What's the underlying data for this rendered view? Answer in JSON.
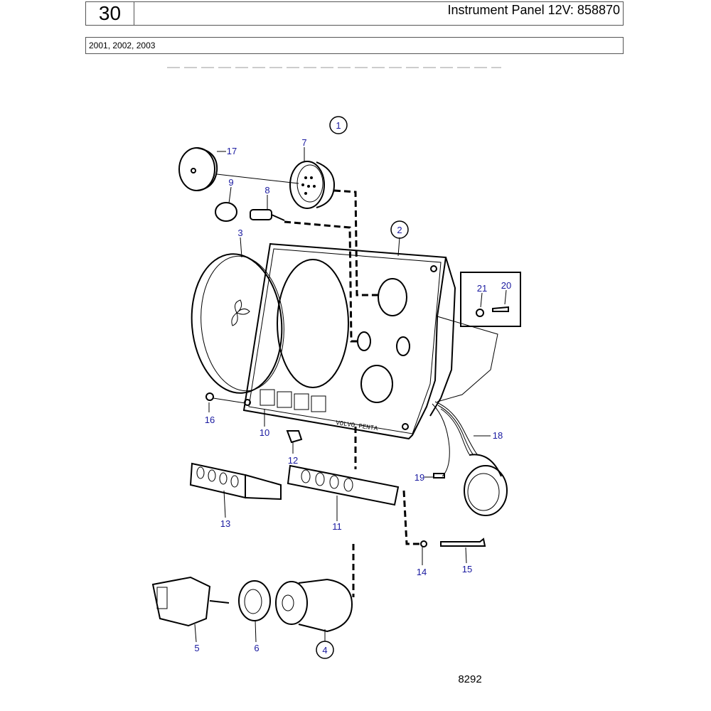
{
  "header": {
    "section_number": "30",
    "title": "Instrument Panel 12V: 858870"
  },
  "years": "2001, 2002, 2003",
  "drawing_number": "8292",
  "panel_brand": "VOLVO PENTA",
  "callouts": [
    {
      "id": "c1",
      "label": "1",
      "circled": true
    },
    {
      "id": "c2",
      "label": "2",
      "circled": true
    },
    {
      "id": "c3",
      "label": "3",
      "circled": false
    },
    {
      "id": "c4",
      "label": "4",
      "circled": true
    },
    {
      "id": "c5",
      "label": "5",
      "circled": false
    },
    {
      "id": "c6",
      "label": "6",
      "circled": false
    },
    {
      "id": "c7",
      "label": "7",
      "circled": false
    },
    {
      "id": "c8",
      "label": "8",
      "circled": false
    },
    {
      "id": "c9",
      "label": "9",
      "circled": false
    },
    {
      "id": "c10",
      "label": "10",
      "circled": false
    },
    {
      "id": "c11",
      "label": "11",
      "circled": false
    },
    {
      "id": "c12",
      "label": "12",
      "circled": false
    },
    {
      "id": "c13",
      "label": "13",
      "circled": false
    },
    {
      "id": "c14",
      "label": "14",
      "circled": false
    },
    {
      "id": "c15",
      "label": "15",
      "circled": false
    },
    {
      "id": "c16",
      "label": "16",
      "circled": false
    },
    {
      "id": "c17",
      "label": "17",
      "circled": false
    },
    {
      "id": "c18",
      "label": "18",
      "circled": false
    },
    {
      "id": "c19",
      "label": "19",
      "circled": false
    },
    {
      "id": "c20",
      "label": "20",
      "circled": false
    },
    {
      "id": "c21",
      "label": "21",
      "circled": false
    }
  ],
  "colors": {
    "callout": "#1a1aa0",
    "line": "#000000",
    "frame": "#555555"
  }
}
